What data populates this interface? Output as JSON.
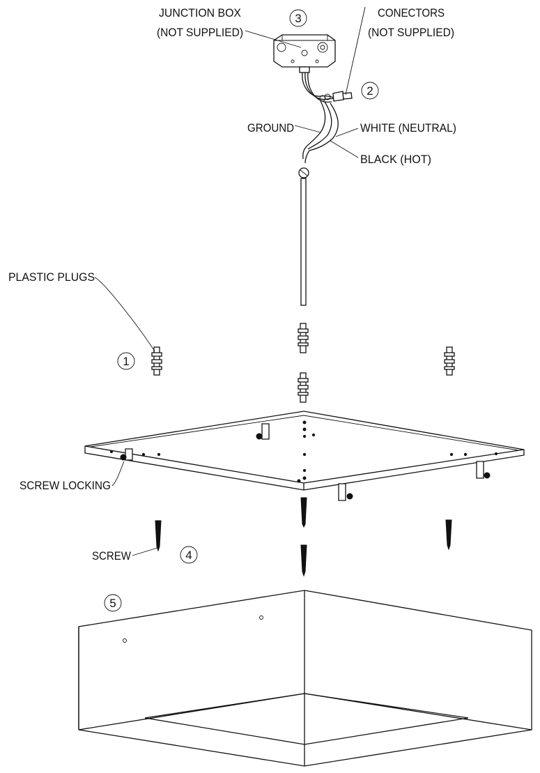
{
  "labels": {
    "junction_box_line1": "JUNCTION BOX",
    "junction_box_line2": "(NOT SUPPLIED)",
    "connectors_line1": "CONECTORS",
    "connectors_line2": "(NOT SUPPLIED)",
    "ground": "GROUND",
    "white_neutral": "WHITE (NEUTRAL)",
    "black_hot": "BLACK (HOT)",
    "plastic_plugs": "PLASTIC PLUGS",
    "screw_locking": "SCREW LOCKING",
    "screw": "SCREW"
  },
  "callouts": {
    "plugs": "1",
    "connectors": "2",
    "junction_box": "3",
    "screws": "4",
    "fixture_body": "5"
  }
}
